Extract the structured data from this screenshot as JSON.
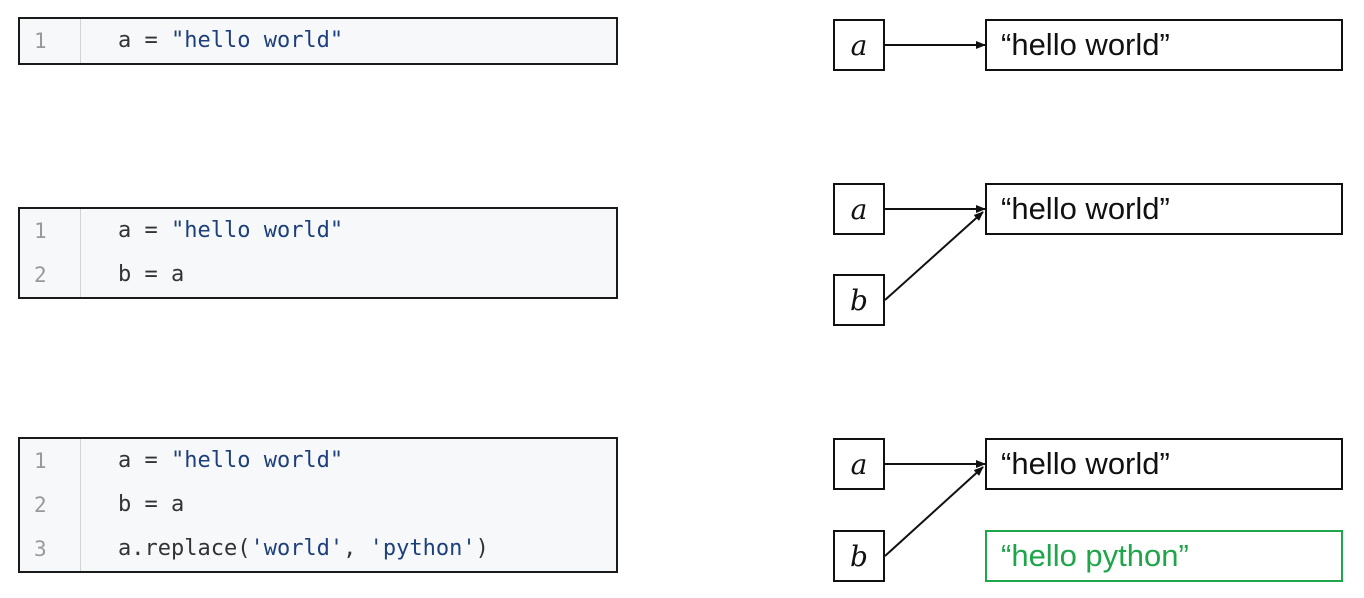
{
  "colors": {
    "string_token": "#1d3f7c",
    "new_value": "#1fa54a"
  },
  "panels": [
    {
      "code": [
        {
          "no": "1",
          "pre": "a = ",
          "str": "\"hello world\"",
          "post": ""
        }
      ],
      "diagram": {
        "vars": [
          "a"
        ],
        "values": [
          "“hello world”"
        ]
      }
    },
    {
      "code": [
        {
          "no": "1",
          "pre": "a = ",
          "str": "\"hello world\"",
          "post": ""
        },
        {
          "no": "2",
          "pre": "b = a",
          "str": "",
          "post": ""
        }
      ],
      "diagram": {
        "vars": [
          "a",
          "b"
        ],
        "values": [
          "“hello world”"
        ]
      }
    },
    {
      "code": [
        {
          "no": "1",
          "pre": "a = ",
          "str": "\"hello world\"",
          "post": ""
        },
        {
          "no": "2",
          "pre": "b = a",
          "str": "",
          "post": ""
        },
        {
          "no": "3",
          "pre": "a.replace(",
          "str": "'world'",
          "mid": ", ",
          "str2": "'python'",
          "post": ")"
        }
      ],
      "diagram": {
        "vars": [
          "a",
          "b"
        ],
        "values": [
          "“hello world”",
          "“hello python”"
        ]
      }
    }
  ]
}
